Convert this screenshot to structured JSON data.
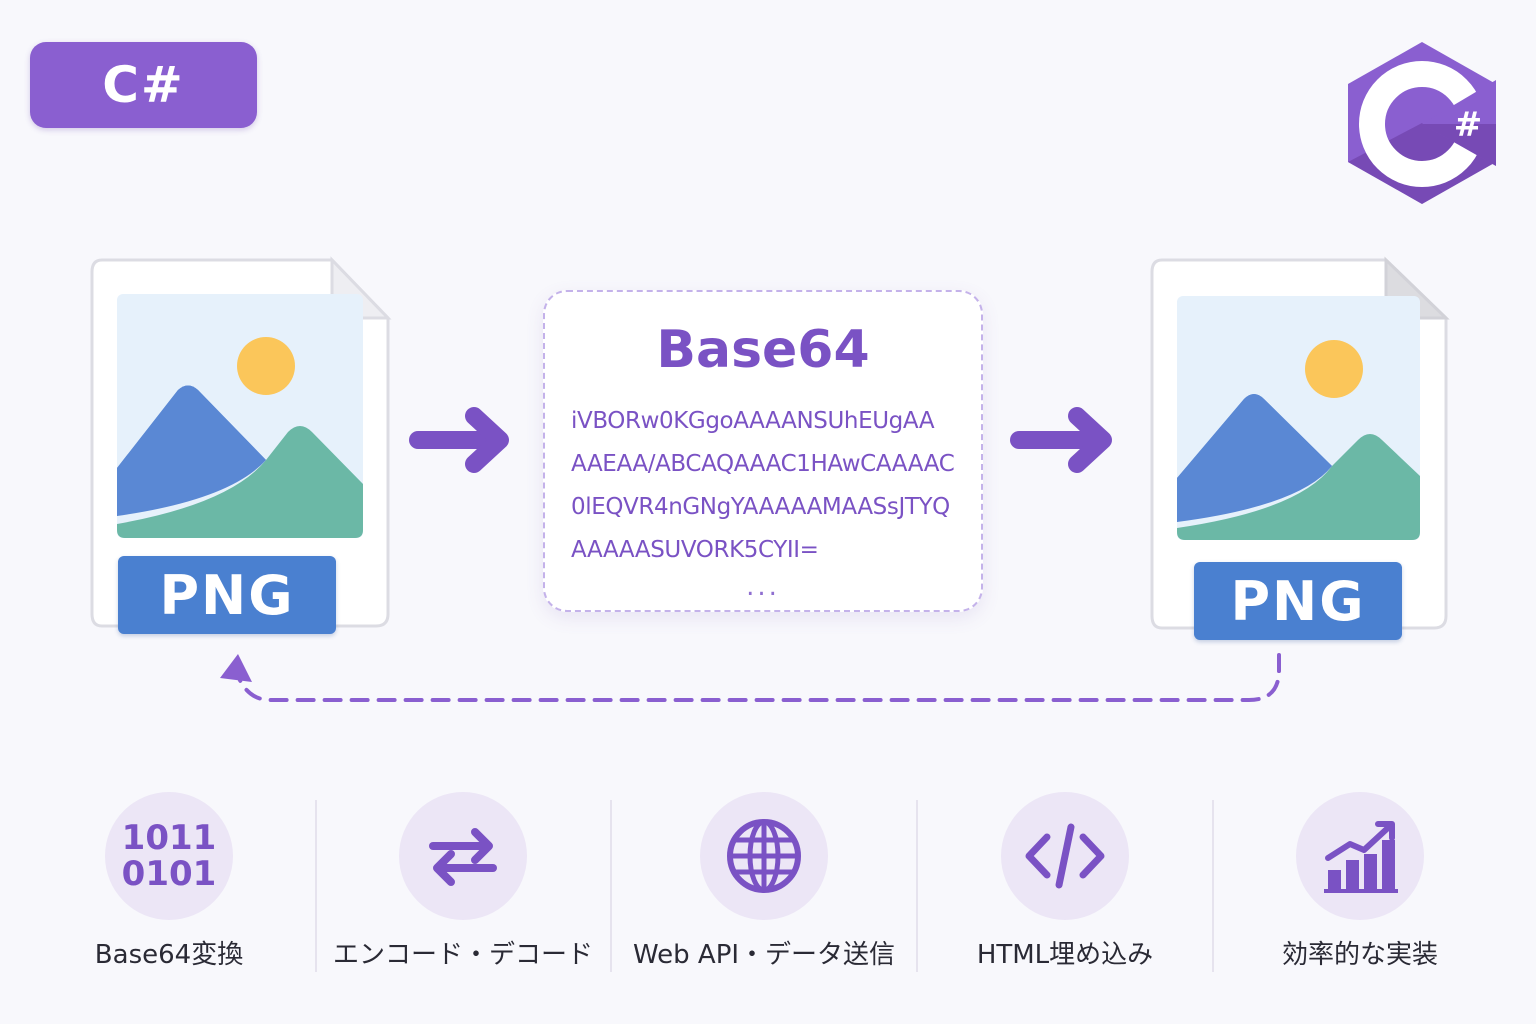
{
  "badge": {
    "label": "C#"
  },
  "logo": {
    "icon": "csharp-hexagon-logo-icon",
    "symbol": "#",
    "primary_color": "#8a5fd0",
    "dark_color": "#67399f"
  },
  "left_file": {
    "label": "PNG",
    "icon": "image-landscape-icon"
  },
  "right_file": {
    "label": "PNG",
    "icon": "image-landscape-icon"
  },
  "base64": {
    "title": "Base64",
    "lines": [
      "iVBORw0KGgoAAAANSUhEUgAA",
      "AAEAA/ABCAQAAAC1HAwCAAAAC",
      "0lEQVR4nGNgYAAAAAMAASsJTYQ",
      "AAAAASUVORK5CYII="
    ],
    "ellipsis": "..."
  },
  "colors": {
    "accent": "#7a52c4",
    "arrow": "#7a52c4",
    "png_blue": "#4a80d0",
    "icon_circle": "#ece6f6"
  },
  "features": [
    {
      "label": "Base64変換",
      "icon": "binary-1011-0101-icon",
      "binary_top": "1011",
      "binary_bottom": "0101"
    },
    {
      "label": "エンコード・デコード",
      "icon": "swap-arrows-icon"
    },
    {
      "label": "Web API・データ送信",
      "icon": "globe-icon"
    },
    {
      "label": "HTML埋め込み",
      "icon": "code-brackets-icon"
    },
    {
      "label": "効率的な実装",
      "icon": "bar-chart-growth-icon"
    }
  ]
}
